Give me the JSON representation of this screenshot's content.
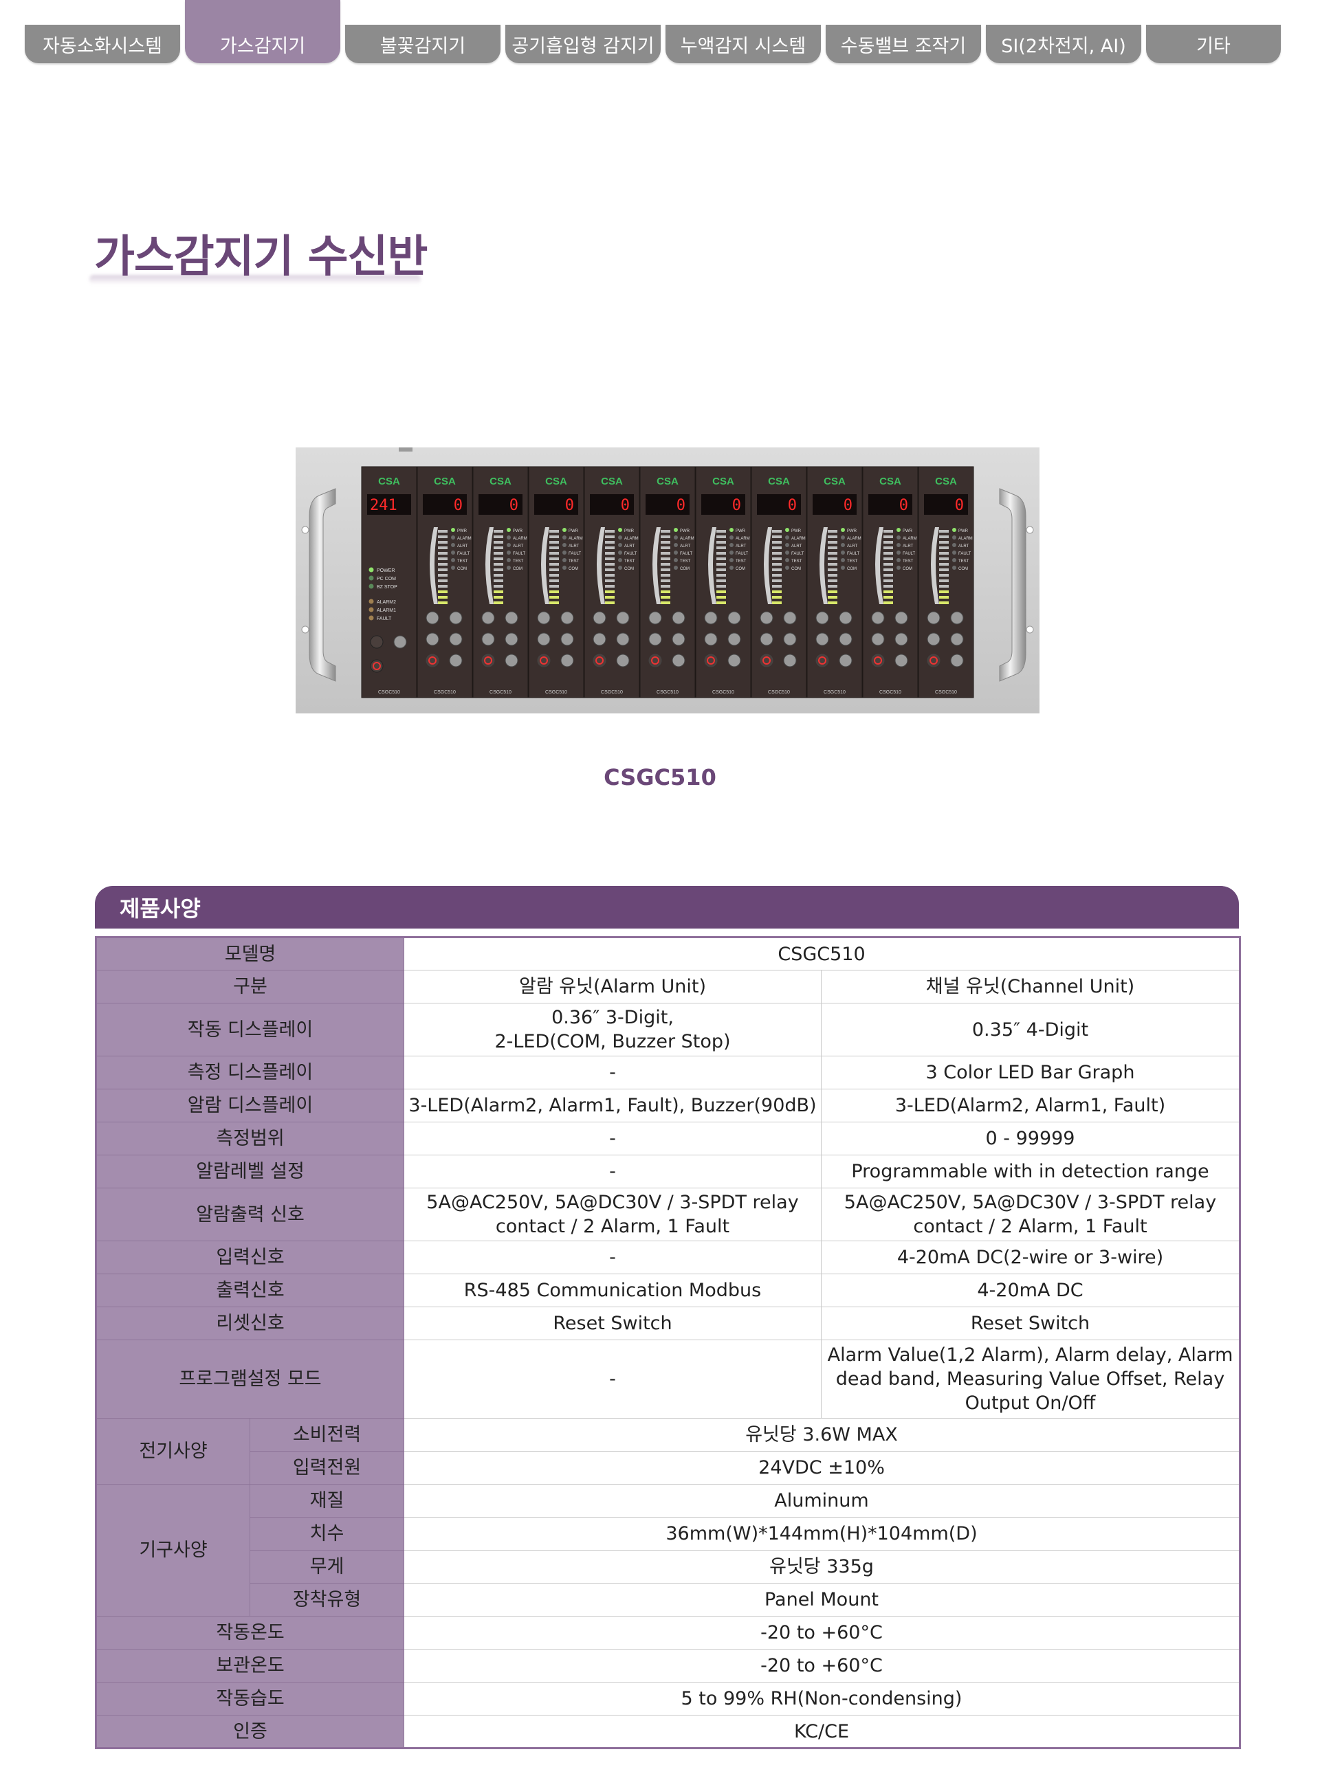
{
  "nav": {
    "tabs": [
      {
        "label": "자동소화시스템"
      },
      {
        "label": "가스감지기"
      },
      {
        "label": "불꽃감지기"
      },
      {
        "label": "공기흡입형 감지기"
      },
      {
        "label": "누액감지 시스템"
      },
      {
        "label": "수동밸브 조작기"
      },
      {
        "label": "SI(2차전지, AI)"
      },
      {
        "label": "기타"
      }
    ],
    "active_index": 1
  },
  "page": {
    "title": "가스감지기 수신반"
  },
  "product": {
    "alarm_unit": {
      "brand": "CSA",
      "display": "241",
      "leds": [
        "POWER",
        "PC COM",
        "BZ STOP",
        "ALARM2",
        "ALARM1",
        "FAULT"
      ],
      "model_label": "CSGC510"
    },
    "channel_unit": {
      "brand": "CSA",
      "display": "0",
      "leds": [
        "PWR",
        "ALARM",
        "ALRT",
        "FAULT",
        "TEST",
        "COM"
      ],
      "model_label": "CSGC510",
      "count": 10
    },
    "caption": "CSGC510"
  },
  "spec": {
    "section_title": "제품사양",
    "rows": {
      "model": {
        "label": "모델명",
        "value": "CSGC510"
      },
      "category": {
        "label": "구분",
        "alarm": "알람 유닛(Alarm Unit)",
        "channel": "채널 유닛(Channel Unit)"
      },
      "op_display": {
        "label": "작동 디스플레이",
        "alarm_line1": "0.36″ 3-Digit,",
        "alarm_line2": "2-LED(COM, Buzzer Stop)",
        "channel": "0.35″ 4-Digit"
      },
      "meas_display": {
        "label": "측정 디스플레이",
        "alarm": "-",
        "channel": "3 Color LED Bar Graph"
      },
      "alarm_display": {
        "label": "알람 디스플레이",
        "alarm": "3-LED(Alarm2, Alarm1, Fault), Buzzer(90dB)",
        "channel": "3-LED(Alarm2, Alarm1, Fault)"
      },
      "range": {
        "label": "측정범위",
        "alarm": "-",
        "channel": "0 - 99999"
      },
      "alarm_level": {
        "label": "알람레벨 설정",
        "alarm": "-",
        "channel": "Programmable with in detection range"
      },
      "alarm_output": {
        "label": "알람출력 신호",
        "alarm_line1": "5A@AC250V, 5A@DC30V / 3-SPDT relay",
        "alarm_line2": "contact / 2 Alarm, 1 Fault",
        "channel_line1": "5A@AC250V, 5A@DC30V / 3-SPDT relay",
        "channel_line2": "contact / 2 Alarm, 1 Fault"
      },
      "input": {
        "label": "입력신호",
        "alarm": "-",
        "channel": "4-20mA DC(2-wire or 3-wire)"
      },
      "output": {
        "label": "출력신호",
        "alarm": "RS-485 Communication Modbus",
        "channel": "4-20mA DC"
      },
      "reset": {
        "label": "리셋신호",
        "alarm": "Reset Switch",
        "channel": "Reset Switch"
      },
      "program": {
        "label": "프로그램설정 모드",
        "alarm": "-",
        "channel_line1": "Alarm Value(1,2 Alarm), Alarm delay, Alarm",
        "channel_line2": "dead band, Measuring Value Offset, Relay",
        "channel_line3": "Output On/Off"
      },
      "electrical": {
        "label": "전기사양",
        "power_label": "소비전력",
        "power_value": "유닛당 3.6W MAX",
        "supply_label": "입력전원",
        "supply_value": "24VDC ±10%"
      },
      "mechanical": {
        "label": "기구사양",
        "material_label": "재질",
        "material_value": "Aluminum",
        "size_label": "치수",
        "size_value": "36mm(W)*144mm(H)*104mm(D)",
        "weight_label": "무게",
        "weight_value": "유닛당 335g",
        "mount_label": "장착유형",
        "mount_value": "Panel Mount"
      },
      "op_temp": {
        "label": "작동온도",
        "value": "-20 to +60°C"
      },
      "storage_temp": {
        "label": "보관온도",
        "value": "-20 to +60°C"
      },
      "humidity": {
        "label": "작동습도",
        "value": "5 to 99% RH(Non-condensing)"
      },
      "cert": {
        "label": "인증",
        "value": "KC/CE"
      }
    }
  },
  "colors": {
    "brand_purple": "#6a4777",
    "label_cell": "#a48dae",
    "tab_gray": "#8c8c8c",
    "tab_active": "#9b85a4",
    "display_red": "#ff2a2a",
    "brand_green": "#3fbf5f"
  }
}
